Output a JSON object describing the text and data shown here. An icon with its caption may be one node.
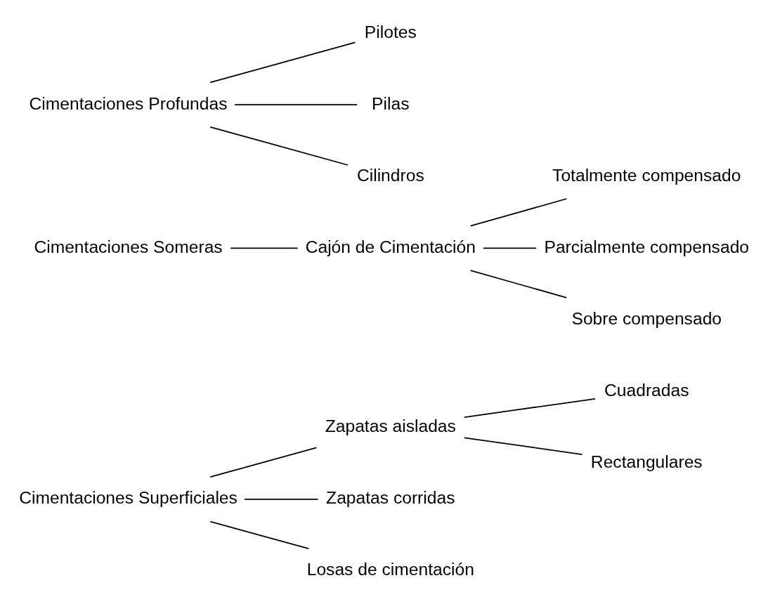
{
  "diagram": {
    "nodes": [
      {
        "text": [
          "Cimentaciones Superficiales"
        ]
      },
      {
        "text": [
          "Zapatas aisladas"
        ]
      },
      {
        "text": [
          "Cuadradas"
        ]
      },
      {
        "text": [
          "Rectangulares"
        ]
      },
      {
        "text": [
          "Zapatas corridas"
        ]
      },
      {
        "text": [
          "Losas de cimentación"
        ]
      },
      {
        "text": [
          "Cimentaciones Someras"
        ]
      },
      {
        "text": [
          "Cajón de Cimentación"
        ]
      },
      {
        "text": [
          "Totalmente compensado"
        ]
      },
      {
        "text": [
          "Parcialmente compensado"
        ]
      },
      {
        "text": [
          "Sobre compensado"
        ]
      },
      {
        "text": [
          "Cimentaciones Profundas"
        ]
      },
      {
        "text": [
          "Pilotes"
        ]
      },
      {
        "text": [
          "Pilas"
        ]
      },
      {
        "text": [
          "Cilindros"
        ]
      }
    ],
    "edges": [
      {
        "from": 0,
        "to": 1,
        "arrow": "none"
      },
      {
        "from": 0,
        "to": 4,
        "arrow": "none"
      },
      {
        "from": 0,
        "to": 5,
        "arrow": "none"
      },
      {
        "from": 1,
        "to": 2,
        "arrow": "none"
      },
      {
        "from": 1,
        "to": 3,
        "arrow": "none"
      },
      {
        "from": 6,
        "to": 7,
        "arrow": "none"
      },
      {
        "from": 7,
        "to": 8,
        "arrow": "none"
      },
      {
        "from": 7,
        "to": 9,
        "arrow": "none"
      },
      {
        "from": 7,
        "to": 10,
        "arrow": "none"
      },
      {
        "from": 11,
        "to": 12,
        "arrow": "none"
      },
      {
        "from": 11,
        "to": 13,
        "arrow": "none"
      },
      {
        "from": 11,
        "to": 14,
        "arrow": "none"
      }
    ]
  }
}
